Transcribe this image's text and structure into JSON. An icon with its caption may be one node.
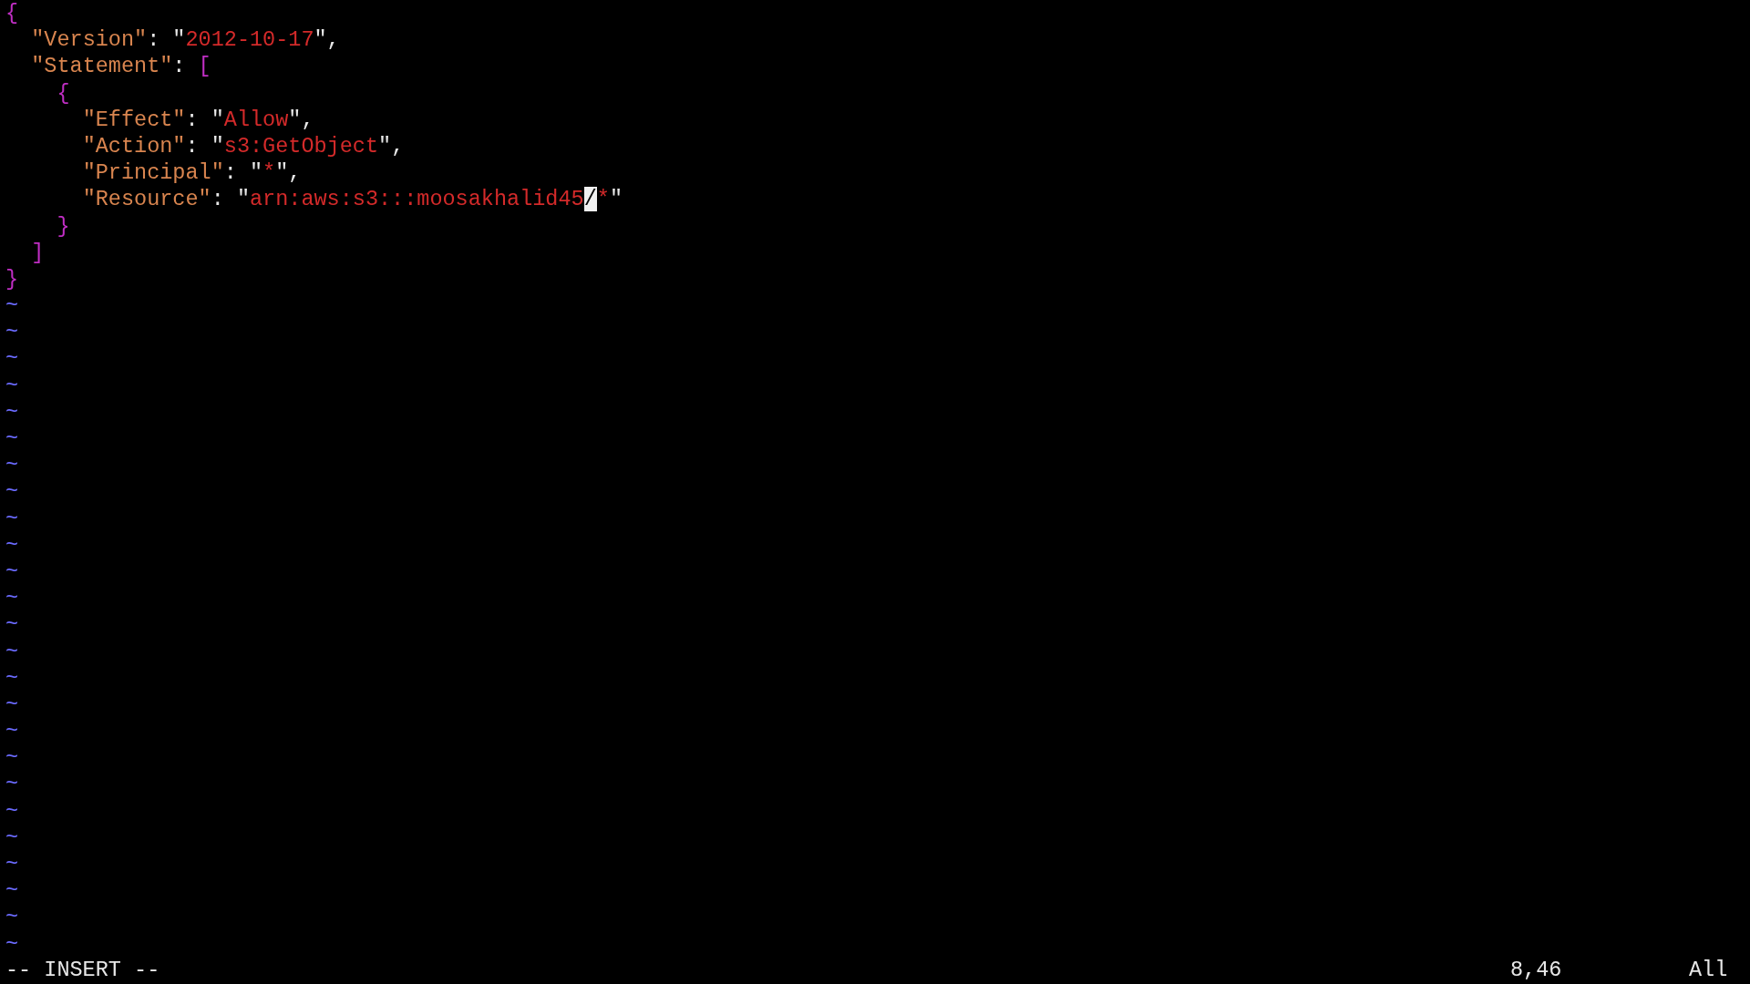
{
  "diagram": {
    "labels": [
      "{",
      "  \"Version\": \"2012-10-17\",",
      "  \"Statement\": [",
      "    {",
      "      \"Effect\": \"Allow\",",
      "      \"Action\": \"s3:GetObject\",",
      "      \"Principal\": \"*\",",
      "      \"Resource\": \"arn:aws:s3:::moosakhalid45/*\"",
      "    }",
      "  ]",
      "}",
      "~",
      "~",
      "~",
      "~",
      "~",
      "~",
      "~",
      "~",
      "~",
      "~",
      "~",
      "~",
      "~",
      "~",
      "~",
      "~",
      "~",
      "~",
      "~",
      "~",
      "~",
      "~",
      "~",
      "~",
      "~",
      "-- INSERT --",
      "8,46",
      "All"
    ]
  }
}
